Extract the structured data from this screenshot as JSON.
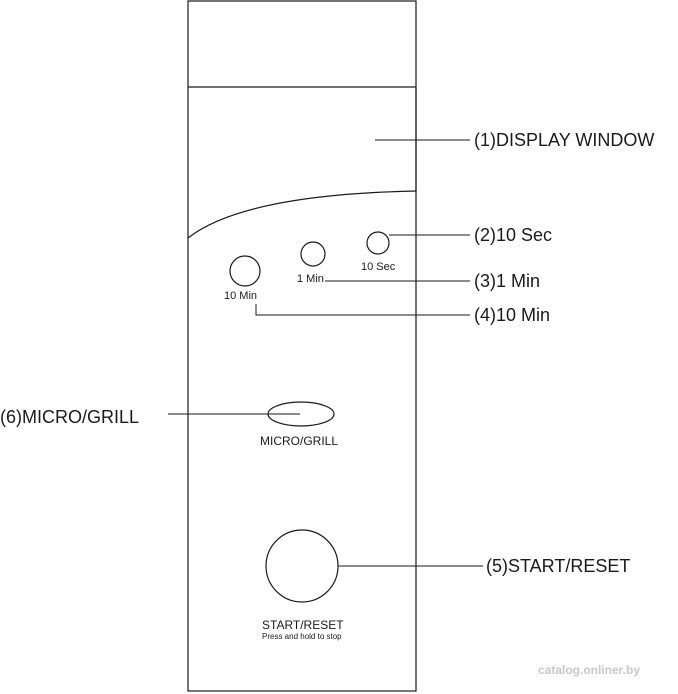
{
  "callouts": {
    "display_window": "(1)DISPLAY WINDOW",
    "sec10": "(2)10 Sec",
    "min1": "(3)1 Min",
    "min10": "(4)10 Min",
    "start_reset": "(5)START/RESET",
    "micro_grill": "(6)MICRO/GRILL"
  },
  "panel_labels": {
    "min10": "10 Min",
    "min1": "1 Min",
    "sec10": "10 Sec",
    "micro_grill": "MICRO/GRILL",
    "start_reset": "START/RESET",
    "press_hold": "Press and hold to stop"
  },
  "watermark": "catalog.onliner.by"
}
